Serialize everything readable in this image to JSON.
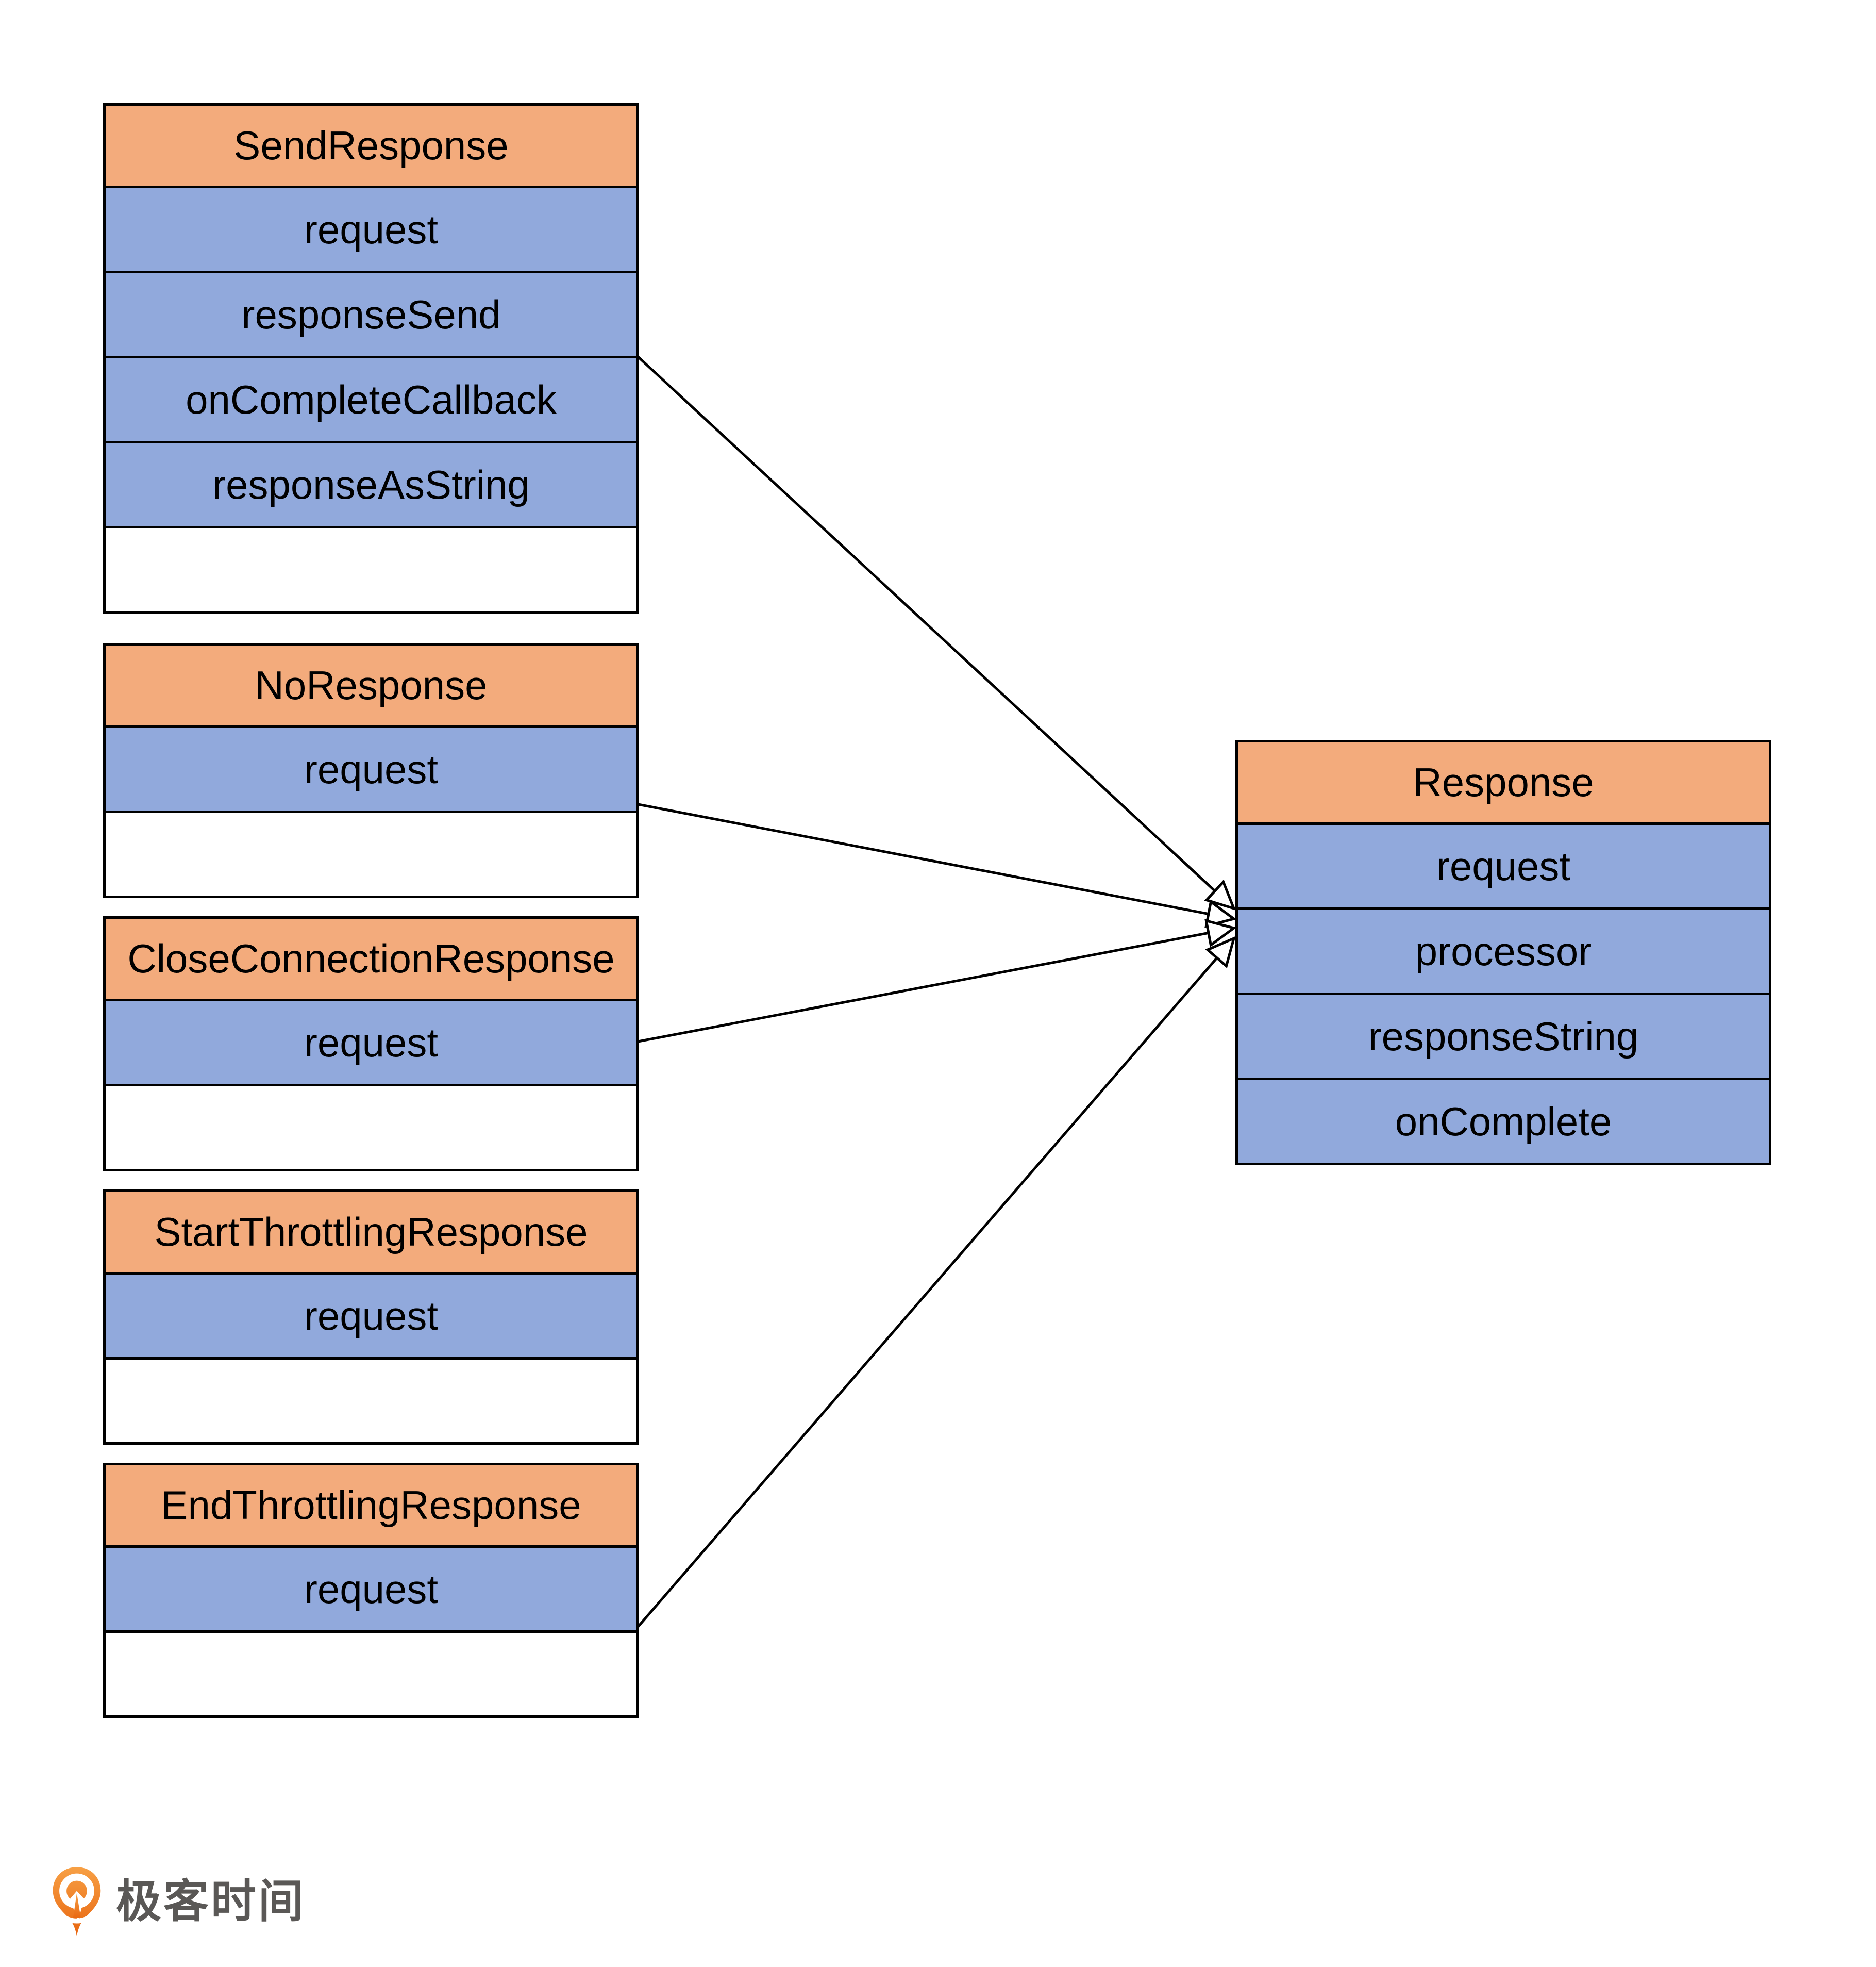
{
  "diagram": {
    "type": "uml-class-diagram",
    "classes": [
      {
        "name": "SendResponse",
        "attributes": [
          "request",
          "responseSend",
          "onCompleteCallback",
          "responseAsString"
        ]
      },
      {
        "name": "NoResponse",
        "attributes": [
          "request"
        ]
      },
      {
        "name": "CloseConnectionResponse",
        "attributes": [
          "request"
        ]
      },
      {
        "name": "StartThrottlingResponse",
        "attributes": [
          "request"
        ]
      },
      {
        "name": "EndThrottlingResponse",
        "attributes": [
          "request"
        ]
      },
      {
        "name": "Response",
        "attributes": [
          "request",
          "processor",
          "responseString",
          "onComplete"
        ]
      }
    ],
    "relationships": [
      {
        "from": "SendResponse",
        "to": "Response",
        "type": "generalization"
      },
      {
        "from": "NoResponse",
        "to": "Response",
        "type": "generalization"
      },
      {
        "from": "CloseConnectionResponse",
        "to": "Response",
        "type": "generalization"
      },
      {
        "from": "EndThrottlingResponse",
        "to": "Response",
        "type": "generalization"
      }
    ],
    "colors": {
      "class_header": "#F3AB7C",
      "class_attribute": "#91A9DC",
      "border": "#000000",
      "background": "#FFFFFF"
    }
  },
  "footer": {
    "logo_text": "极客时间",
    "logo_text_color": "#5A5856",
    "logo_orange": "#ED7622"
  }
}
